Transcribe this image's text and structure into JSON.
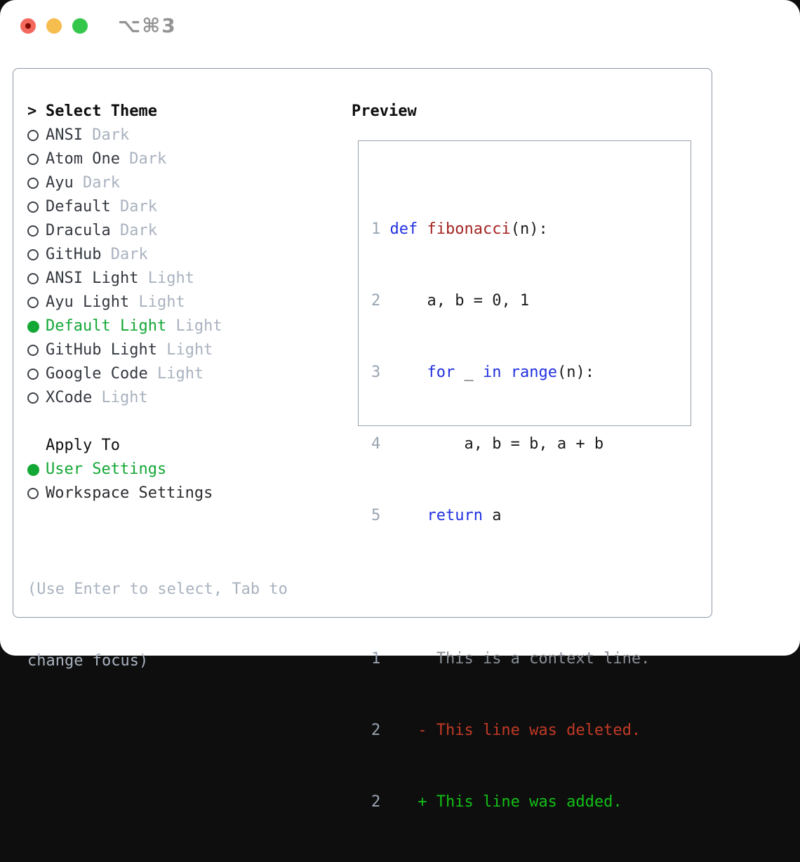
{
  "window": {
    "shortcut_label": "⌥⌘3"
  },
  "theme_selector": {
    "cursor": ">",
    "title": "Select Theme",
    "items": [
      {
        "name": "ANSI",
        "variant": "Dark",
        "selected": false
      },
      {
        "name": "Atom One",
        "variant": "Dark",
        "selected": false
      },
      {
        "name": "Ayu",
        "variant": "Dark",
        "selected": false
      },
      {
        "name": "Default",
        "variant": "Dark",
        "selected": false
      },
      {
        "name": "Dracula",
        "variant": "Dark",
        "selected": false
      },
      {
        "name": "GitHub",
        "variant": "Dark",
        "selected": false
      },
      {
        "name": "ANSI Light",
        "variant": "Light",
        "selected": false
      },
      {
        "name": "Ayu Light",
        "variant": "Light",
        "selected": false
      },
      {
        "name": "Default Light",
        "variant": "Light",
        "selected": true
      },
      {
        "name": "GitHub Light",
        "variant": "Light",
        "selected": false
      },
      {
        "name": "Google Code",
        "variant": "Light",
        "selected": false
      },
      {
        "name": "XCode",
        "variant": "Light",
        "selected": false
      }
    ]
  },
  "apply_to": {
    "title": "Apply To",
    "options": [
      {
        "label": "User Settings",
        "selected": true
      },
      {
        "label": "Workspace Settings",
        "selected": false
      }
    ]
  },
  "help": {
    "line1": "(Use Enter to select, Tab to",
    "line2": "change focus)"
  },
  "preview": {
    "title": "Preview",
    "code": {
      "l1": {
        "num": "1 ",
        "kw1": "def ",
        "fn": "fibonacci",
        "rest": "(n):"
      },
      "l2": {
        "num": "2 ",
        "txt": "    a, b = 0, 1"
      },
      "l3": {
        "num": "3 ",
        "ind": "    ",
        "kw1": "for",
        "s1": " _ ",
        "kw2": "in",
        "s2": " ",
        "kw3": "range",
        "rest": "(n):"
      },
      "l4": {
        "num": "4 ",
        "txt": "        a, b = b, a + b"
      },
      "l5": {
        "num": "5 ",
        "ind": "    ",
        "kw1": "return",
        "rest": " a"
      },
      "l7": {
        "num": "1",
        "txt": "      This is a context line."
      },
      "l8": {
        "num": "2",
        "txt": "    - This line was deleted."
      },
      "l9": {
        "num": "2",
        "txt": "    + This line was added."
      }
    }
  },
  "colors": {
    "selected_green": "#13a735",
    "keyword_blue": "#2130e0",
    "function_red": "#a32422",
    "diff_deleted": "#c23a26",
    "diff_added": "#12bf16",
    "muted_gray": "#a9b2bf",
    "line_number_gray": "#9aa5b2",
    "panel_border": "#8c96a5",
    "traffic_red": "#f2685c",
    "traffic_yellow": "#f6bd4f",
    "traffic_green": "#35c74c"
  }
}
